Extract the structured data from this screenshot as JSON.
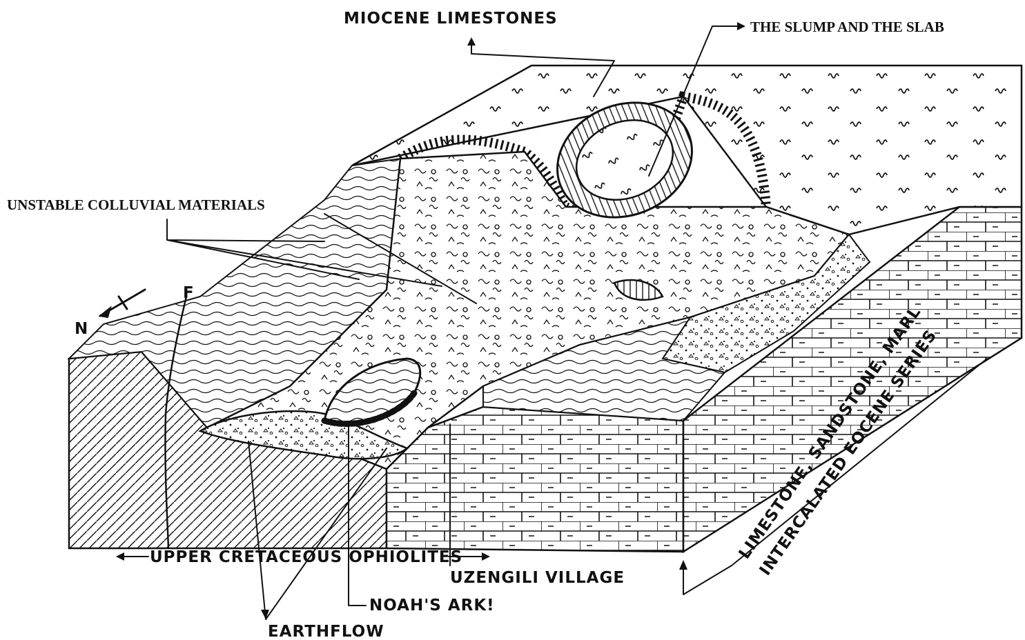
{
  "labels": {
    "miocene": "MIOCENE LIMESTONES",
    "slump": "THE SLUMP AND THE SLAB",
    "colluvial": "UNSTABLE COLLUVIAL MATERIALS",
    "ophiolites": "UPPER CRETACEOUS OPHIOLITES",
    "uzengili": "UZENGILI VILLAGE",
    "noah": "NOAH'S ARK!",
    "earthflow": "EARTHFLOW",
    "eocene_line1": "LIMESTONE, SANDSTONE, MARL",
    "eocene_line2": "INTERCALATED EOCENE SERIES",
    "north": "N",
    "fault": "F"
  }
}
